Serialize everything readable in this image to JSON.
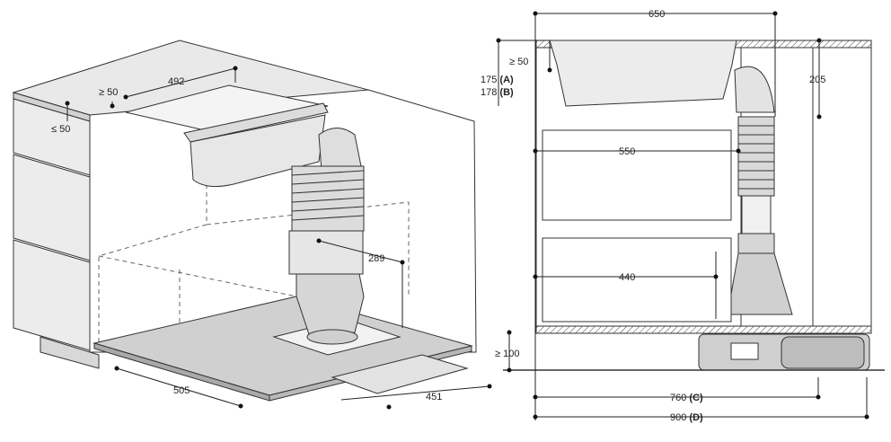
{
  "left_view": {
    "dimensions": {
      "width_492": "492",
      "min_50": "≥ 50",
      "max_50": "≤ 50",
      "height_289": "289",
      "depth_505": "505",
      "width_451": "451"
    }
  },
  "right_view": {
    "dimensions": {
      "width_650": "650",
      "min_50": "≥ 50",
      "depth_175": "175",
      "variant_a": "(A)",
      "depth_178": "178",
      "variant_b": "(B)",
      "height_205": "205",
      "width_550": "550",
      "width_440": "440",
      "min_100": "≥ 100",
      "width_760": "760",
      "variant_c": "(C)",
      "width_900": "900",
      "variant_d": "(D)"
    }
  }
}
